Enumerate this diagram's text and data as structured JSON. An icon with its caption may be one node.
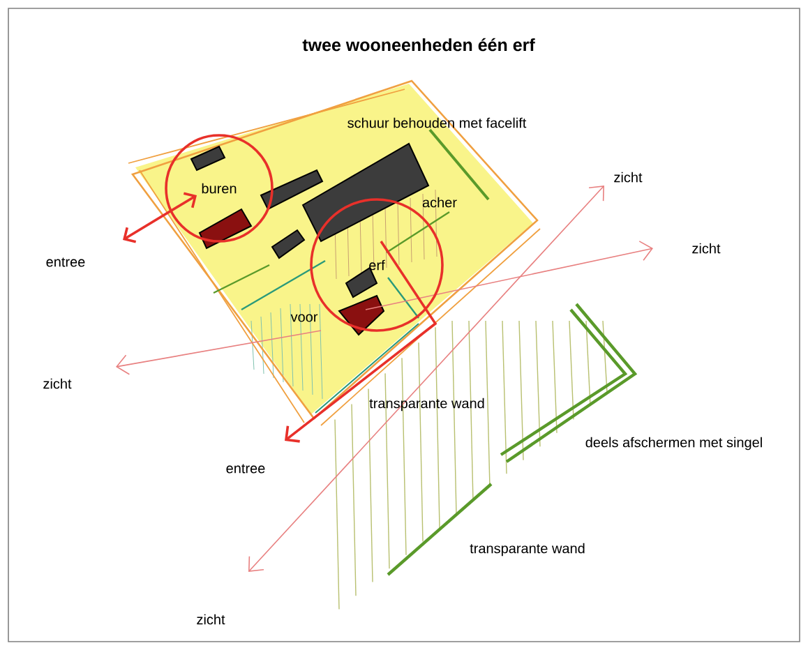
{
  "diagram": {
    "title": "twee wooneenheden één erf",
    "nodes": [
      {
        "text": [
          "buren"
        ]
      },
      {
        "text": [
          "erf"
        ]
      }
    ],
    "labels": [
      "schuur behouden met facelift",
      "acher",
      "entree",
      "voor",
      "zicht",
      "zicht",
      "zicht",
      "transparante wand",
      "deels afschermen met singel",
      "entree",
      "transparante wand",
      "zicht"
    ]
  }
}
